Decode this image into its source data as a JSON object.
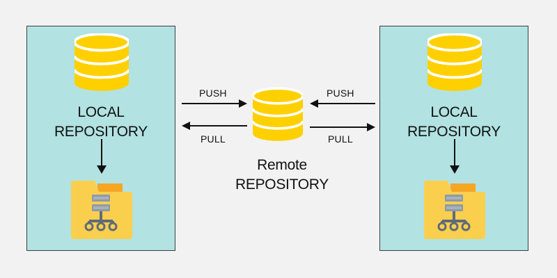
{
  "colors": {
    "background": "#f2f2f2",
    "panel": "#b2e2e2",
    "database": "#ffd000",
    "folder": "#fbcf4e",
    "server": "#8e9aa6",
    "arrow": "#111111"
  },
  "left_panel": {
    "db_icon": "database-icon",
    "label_line1": "LOCAL",
    "label_line2": "REPOSITORY",
    "folder_icon": "network-folder-icon"
  },
  "right_panel": {
    "db_icon": "database-icon",
    "label_line1": "LOCAL",
    "label_line2": "REPOSITORY",
    "folder_icon": "network-folder-icon"
  },
  "remote": {
    "db_icon": "database-icon",
    "label_line1": "Remote",
    "label_line2": "REPOSITORY"
  },
  "flows": {
    "left_push": "PUSH",
    "left_pull": "PULL",
    "right_push": "PUSH",
    "right_pull": "PULL"
  }
}
